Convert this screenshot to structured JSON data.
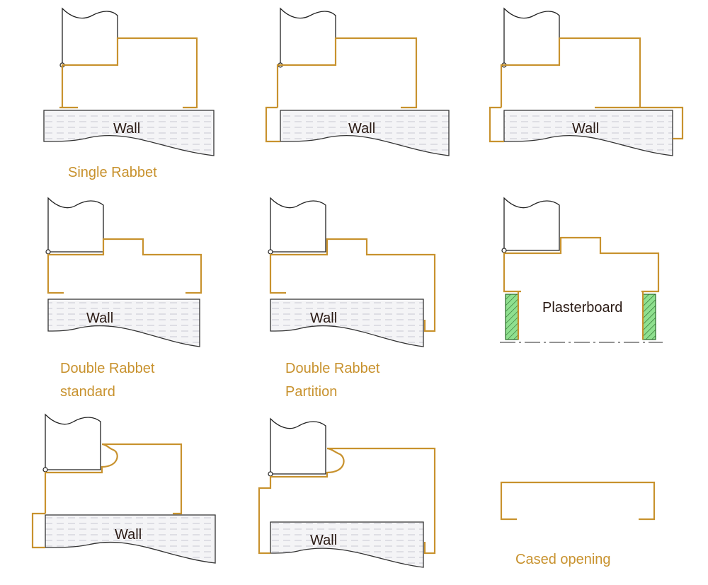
{
  "labels": {
    "wall": "Wall",
    "plasterboard": "Plasterboard"
  },
  "captions": {
    "single_rabbet": "Single Rabbet",
    "double_rabbet_standard_1": "Double Rabbet",
    "double_rabbet_standard_2": "standard",
    "double_rabbet_partition_1": "Double Rabbet",
    "double_rabbet_partition_2": "Partition",
    "cased_opening": "Cased opening"
  },
  "colors": {
    "frame": "#c8922e",
    "caption": "#c8922e",
    "plasterboard_hatch": "#5fbf5f"
  }
}
